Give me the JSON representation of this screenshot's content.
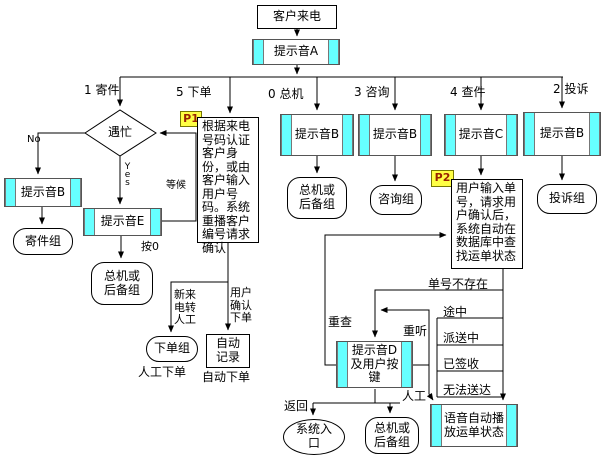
{
  "nodes": {
    "start": "客户来电",
    "tone_a": "提示音A",
    "busy_diamond": "遇忙",
    "tone_b_mail": "提示音B",
    "mail_group": "寄件组",
    "tone_e": "提示音E",
    "switch_group_busy": "总机或后备组",
    "p1_tag": "P1",
    "p1_text": "根据来电号码认证客户身份，或由客户输入用户号码。系统重播客户编号请求确认",
    "order_group": "下单组",
    "auto_record": "自动记录",
    "tone_b_switch": "提示音B",
    "switch_group_main": "总机或后备组",
    "tone_b_consult": "提示音B",
    "consult_group": "咨询组",
    "tone_c": "提示音C",
    "p2_tag": "P2",
    "p2_text": "用户输入单号，请求用户确认后，系统自动在数据库中查找运单状态",
    "tone_b_complaint": "提示音B",
    "complaint_group": "投诉组",
    "status_not_found": "单号不存在",
    "status_transit": "途中",
    "status_delivering": "派送中",
    "status_signed": "已签收",
    "status_undeliverable": "无法送达",
    "tone_d": "提示音D及用户按键",
    "voice_play": "语音自动播放运单状态",
    "system_entry": "系统入口",
    "switch_group_end": "总机或后备组"
  },
  "edge_labels": {
    "mail": "1 寄件",
    "order": "5 下单",
    "switchboard": "0 总机",
    "consult": "3 咨询",
    "track": "4 查件",
    "complaint": "2 投诉",
    "no": "No",
    "yes": "Yes",
    "wait": "等候",
    "press0": "按0",
    "new_call_manual": "新来电转人工",
    "user_confirm": "用户确认下单",
    "manual_order": "人工下单",
    "auto_order": "自动下单",
    "requery": "重查",
    "relisten": "重听",
    "return": "返回",
    "manual": "人工"
  },
  "colors": {
    "bar_cyan": "#66FFFF",
    "tag_bg": "#FFFF44",
    "tag_text": "#992200",
    "line": "#000000"
  }
}
